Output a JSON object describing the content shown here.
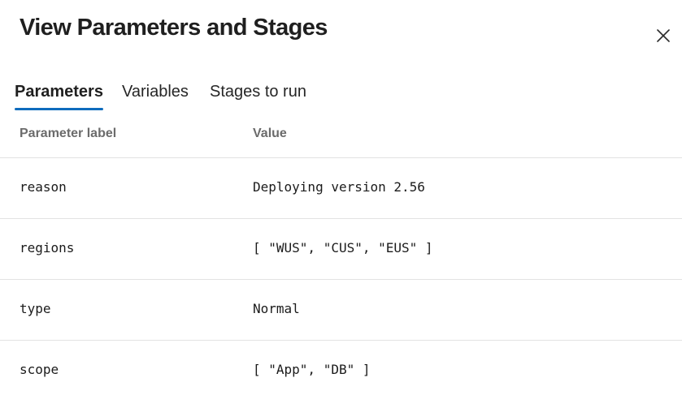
{
  "dialog": {
    "title": "View Parameters and Stages",
    "close_icon": "close-icon"
  },
  "tabs": [
    {
      "label": "Parameters",
      "selected": true
    },
    {
      "label": "Variables",
      "selected": false
    },
    {
      "label": "Stages to run",
      "selected": false
    }
  ],
  "table": {
    "columns": [
      "Parameter label",
      "Value"
    ],
    "rows": [
      {
        "label": "reason",
        "value": "Deploying version 2.56"
      },
      {
        "label": "regions",
        "value": "[ \"WUS\", \"CUS\", \"EUS\" ]"
      },
      {
        "label": "type",
        "value": "Normal"
      },
      {
        "label": "scope",
        "value": "[ \"App\", \"DB\" ]"
      }
    ]
  },
  "colors": {
    "accent": "#0f6cbd",
    "divider": "#e2e2e2",
    "header_text": "#6b6b6b"
  }
}
